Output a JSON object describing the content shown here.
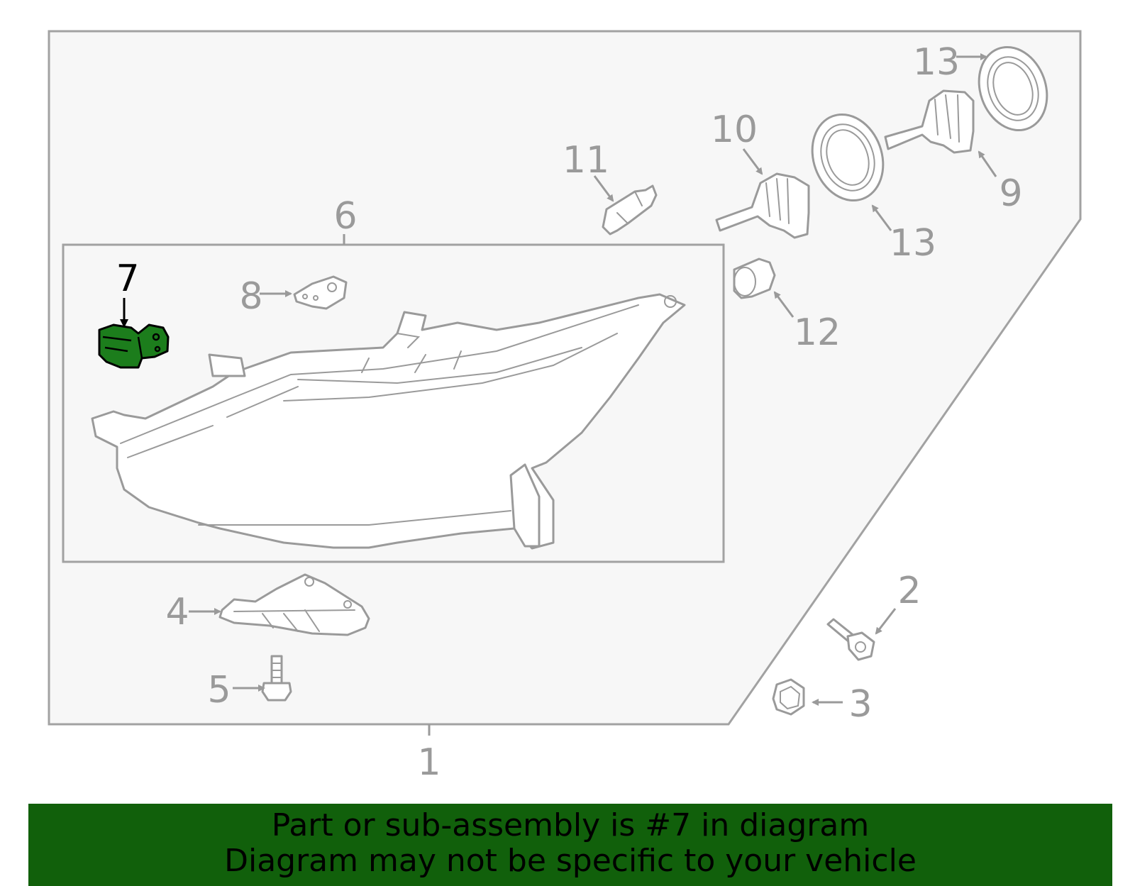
{
  "callouts": {
    "c1": "1",
    "c2": "2",
    "c3": "3",
    "c4": "4",
    "c5": "5",
    "c6": "6",
    "c7": "7",
    "c8": "8",
    "c9": "9",
    "c10": "10",
    "c11": "11",
    "c12": "12",
    "c13a": "13",
    "c13b": "13"
  },
  "highlight": {
    "part": "7",
    "color": "#1c7d1c"
  },
  "banner": {
    "line1": "Part or sub-assembly is #7 in diagram",
    "line2": "Diagram may not be specific to your vehicle",
    "background": "#11600b"
  }
}
